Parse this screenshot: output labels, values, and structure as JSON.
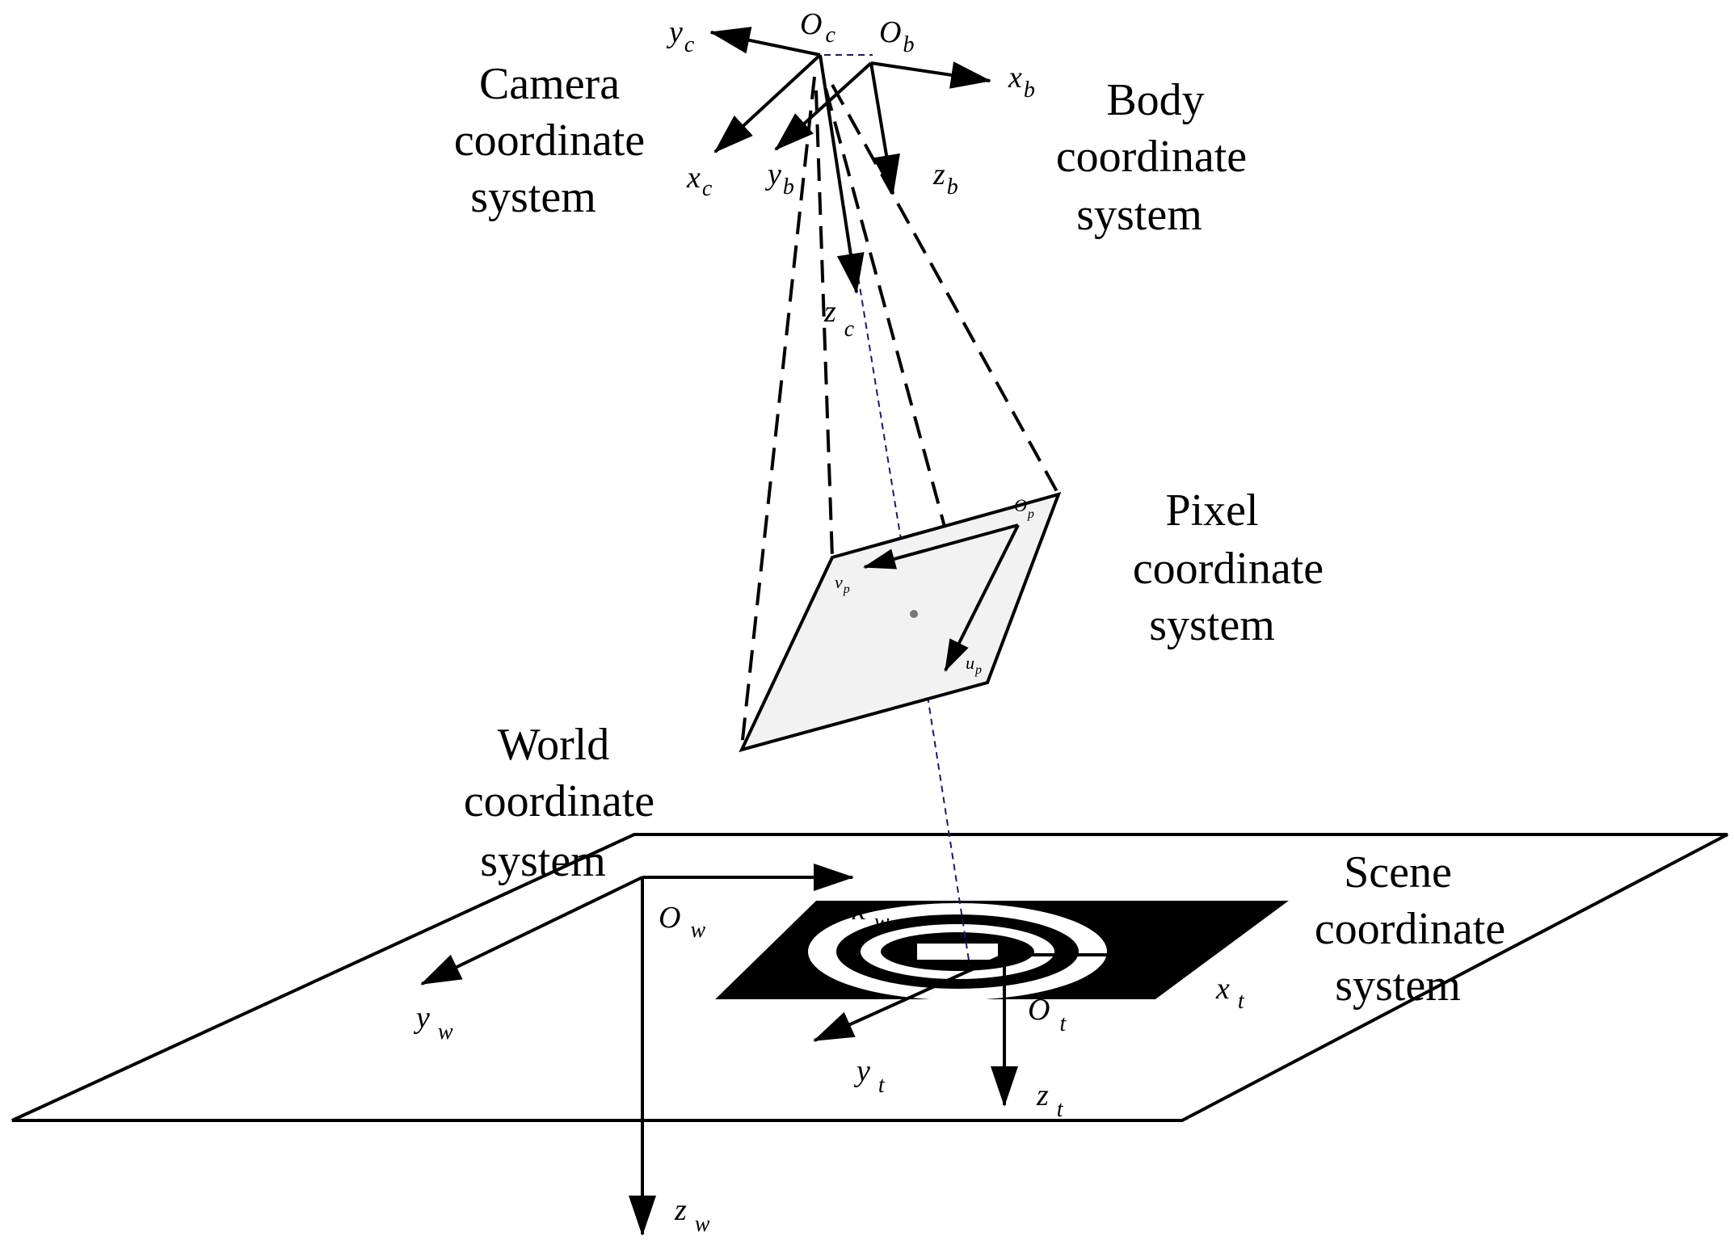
{
  "systems": {
    "camera": {
      "line1": "Camera",
      "line2": "coordinate",
      "line3": "system"
    },
    "body": {
      "line1": "Body",
      "line2": "coordinate",
      "line3": "system"
    },
    "pixel": {
      "line1": "Pixel",
      "line2": "coordinate",
      "line3": "system"
    },
    "world": {
      "line1": "World",
      "line2": "coordinate",
      "line3": "system"
    },
    "scene": {
      "line1": "Scene",
      "line2": "coordinate",
      "line3": "system"
    }
  },
  "axes": {
    "camera": {
      "origin": {
        "base": "O",
        "sub": "c"
      },
      "x": {
        "base": "x",
        "sub": "c"
      },
      "y": {
        "base": "y",
        "sub": "c"
      },
      "z": {
        "base": "z",
        "sub": "c"
      }
    },
    "body": {
      "origin": {
        "base": "O",
        "sub": "b"
      },
      "x": {
        "base": "x",
        "sub": "b"
      },
      "y": {
        "base": "y",
        "sub": "b"
      },
      "z": {
        "base": "z",
        "sub": "b"
      }
    },
    "pixel": {
      "origin": {
        "base": "O",
        "sub": "p"
      },
      "u": {
        "base": "u",
        "sub": "p"
      },
      "v": {
        "base": "v",
        "sub": "p"
      }
    },
    "world": {
      "origin": {
        "base": "O",
        "sub": "w"
      },
      "x": {
        "base": "x",
        "sub": "w"
      },
      "y": {
        "base": "y",
        "sub": "w"
      },
      "z": {
        "base": "z",
        "sub": "w"
      }
    },
    "scene": {
      "origin": {
        "base": "O",
        "sub": "t"
      },
      "x": {
        "base": "x",
        "sub": "t"
      },
      "y": {
        "base": "y",
        "sub": "t"
      },
      "z": {
        "base": "z",
        "sub": "t"
      }
    }
  },
  "colors": {
    "stroke": "#000000",
    "image_plane_fill": "#f2f2f2",
    "optical_axis": "#1a1a6e",
    "landing_pad": "#000000"
  }
}
